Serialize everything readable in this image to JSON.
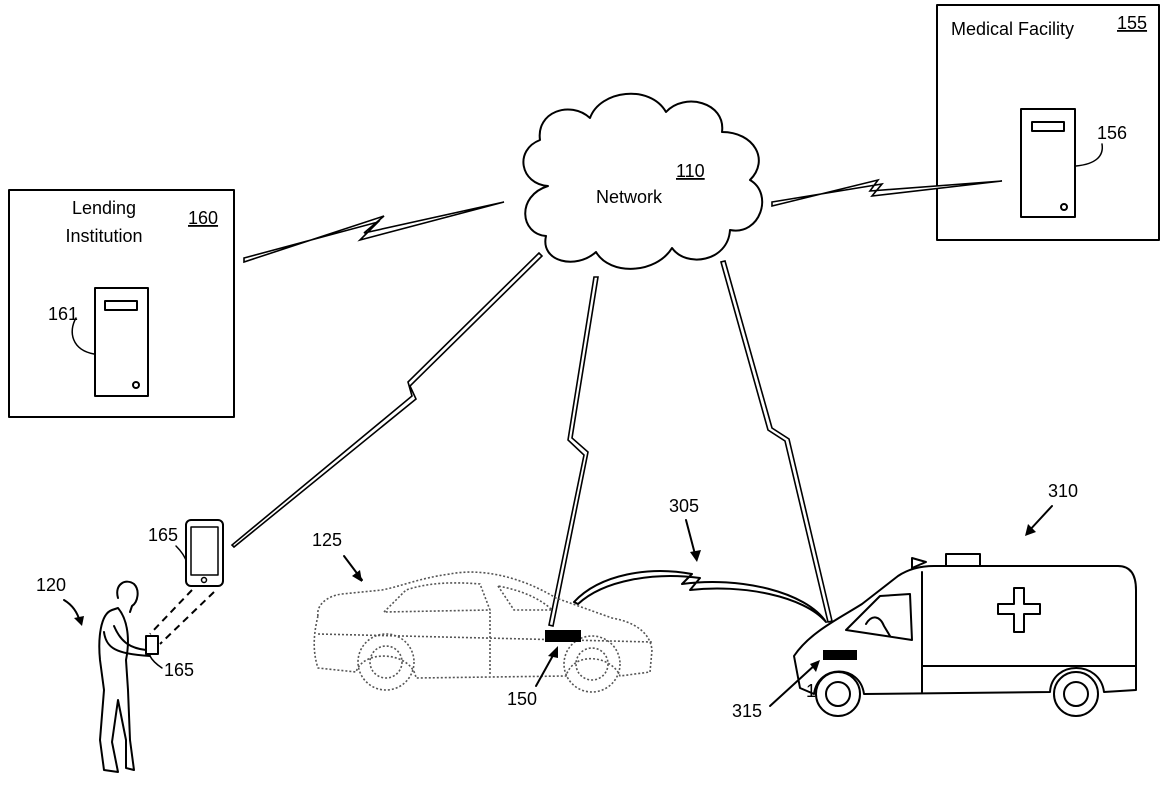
{
  "network": {
    "label": "Network",
    "ref": "110"
  },
  "lending": {
    "label_line1": "Lending",
    "label_line2": "Institution",
    "ref": "160",
    "server_ref": "161"
  },
  "medical": {
    "label": "Medical Facility",
    "ref": "155",
    "server_ref": "156"
  },
  "person": {
    "ref": "120"
  },
  "phone": {
    "ref": "165",
    "handheld_ref": "165"
  },
  "car": {
    "ref": "125",
    "device_ref": "150"
  },
  "link": {
    "ref": "305"
  },
  "ambulance": {
    "ref": "310",
    "device_ref": "315",
    "partial_ref": "1"
  }
}
